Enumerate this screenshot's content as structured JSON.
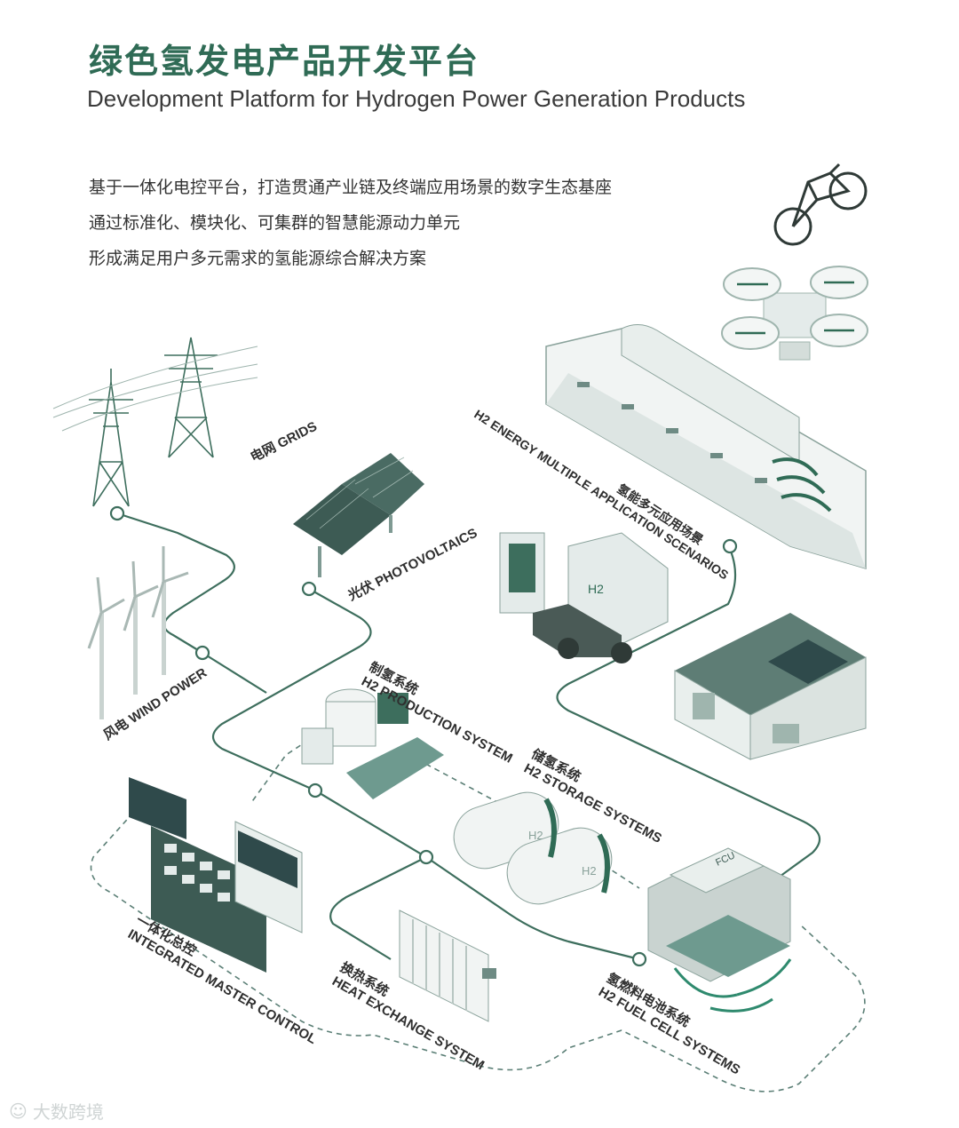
{
  "header": {
    "title_cn": "绿色氢发电产品开发平台",
    "title_en": "Development Platform for Hydrogen Power Generation Products"
  },
  "intro": [
    "基于一体化电控平台，打造贯通产业链及终端应用场景的数字生态基座",
    "通过标准化、模块化、可集群的智慧能源动力单元",
    "形成满足用户多元需求的氢能源综合解决方案"
  ],
  "nodes": {
    "grids": {
      "cn": "电网",
      "en": "GRIDS"
    },
    "photovoltaics": {
      "cn": "光伏",
      "en": "PHOTOVOLTAICS"
    },
    "wind": {
      "cn": "风电",
      "en": "WIND POWER"
    },
    "h2_production": {
      "cn": "制氢系统",
      "en": "H2 PRODUCTION SYSTEM"
    },
    "h2_storage": {
      "cn": "储氢系统",
      "en": "H2 STORAGE SYSTEMS"
    },
    "scenarios": {
      "cn": "氢能多元应用场景",
      "en": "H2 ENERGY MULTIPLE APPLICATION SCENARIOS"
    },
    "master_control": {
      "cn": "一体化总控",
      "en": "INTEGRATED MASTER CONTROL"
    },
    "heat_exchange": {
      "cn": "换热系统",
      "en": "HEAT EXCHANGE SYSTEM"
    },
    "fuel_cell": {
      "cn": "氢燃料电池系统",
      "en": "H2 FUEL CELL SYSTEMS"
    }
  },
  "device_text": {
    "fcu": "FCU",
    "h2": "H2"
  },
  "watermark": "大数跨境",
  "colors": {
    "accent": "#2f6b55",
    "line": "#3d6e5d",
    "device": "#e4ebea",
    "device_dark": "#5b7f76"
  }
}
